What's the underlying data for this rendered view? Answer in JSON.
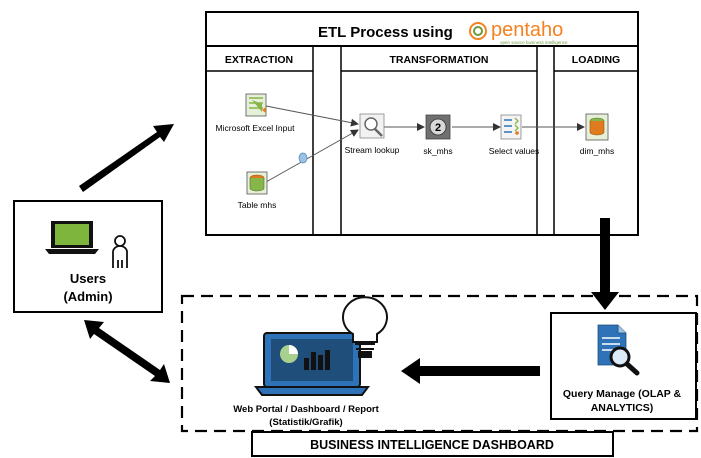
{
  "etl": {
    "title": "ETL Process using",
    "brand": "pentaho",
    "brand_tagline": "open source business intelligence",
    "sections": {
      "extraction": "EXTRACTION",
      "transformation": "TRANSFORMATION",
      "loading": "LOADING"
    },
    "steps": {
      "excel_input": "Microsoft Excel Input",
      "table_mhs": "Table mhs",
      "stream_lookup": "Stream lookup",
      "sk_mhs": "sk_mhs",
      "sk_mhs_badge": "2",
      "select_values": "Select values",
      "dim_mhs": "dim_mhs"
    }
  },
  "users": {
    "line1": "Users",
    "line2": "(Admin)"
  },
  "query": {
    "line1": "Query Manage (OLAP &",
    "line2": "ANALYTICS)"
  },
  "portal": {
    "line1": "Web Portal / Dashboard / Report",
    "line2": "(Statistik/Grafik)"
  },
  "dashboard": {
    "label": "BUSINESS INTELLIGENCE DASHBOARD"
  },
  "colors": {
    "icon_green": "#86B64A",
    "icon_orange": "#E07A1E",
    "icon_blue": "#2E73B8",
    "laptop_green": "#7DB53D",
    "brand_orange": "#F58220",
    "brand_green": "#6E9B3C"
  }
}
